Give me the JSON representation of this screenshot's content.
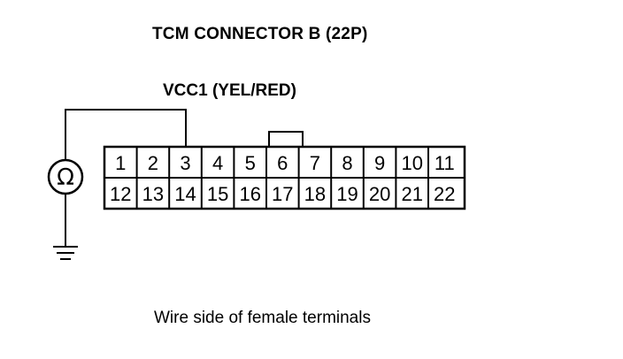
{
  "title": "TCM CONNECTOR B (22P)",
  "wire_label": "VCC1 (YEL/RED)",
  "caption": "Wire side of female terminals",
  "meter_symbol": "Ω",
  "connector": {
    "top_row": [
      "1",
      "2",
      "3",
      "4",
      "5",
      "6",
      "7",
      "8",
      "9",
      "10",
      "11"
    ],
    "bottom_row": [
      "12",
      "13",
      "14",
      "15",
      "16",
      "17",
      "18",
      "19",
      "20",
      "21",
      "22"
    ],
    "probe_terminal": "3"
  }
}
